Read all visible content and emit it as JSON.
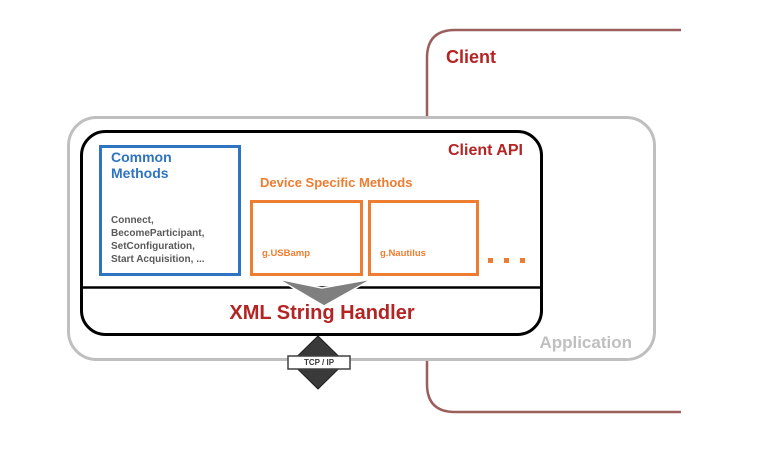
{
  "diagram": {
    "title": "Client API architecture diagram",
    "outer_frame": {
      "label": "Client"
    },
    "application_frame": {
      "label": "Application"
    },
    "client_api_box": {
      "label": "Client API",
      "common_methods": {
        "title": "Common Methods",
        "methods": "Connect,\nBecomeParticipant,\nSetConfiguration,\nStart Acquisition, ..."
      },
      "device_specific": {
        "title": "Device Specific Methods",
        "boxes": [
          {
            "label": "g.USBamp"
          },
          {
            "label": "g.Nautilus"
          }
        ],
        "more_indicator": ". . ."
      },
      "handler": {
        "label": "XML String Handler"
      }
    },
    "connector": {
      "label": "TCP / IP"
    }
  },
  "colors": {
    "client_frame_border": "#9A5F5D",
    "dark_red_text": "#B32423",
    "application_border": "#BFBFBF",
    "application_text": "#BFBFBF",
    "client_api_border": "#000000",
    "blue": "#2E74C0",
    "orange": "#ED7D31",
    "methods_text": "#595959",
    "arrow_gray": "#7F7F7F",
    "diamond_dark": "#3A3A3A",
    "tcp_label_border": "#404040"
  }
}
